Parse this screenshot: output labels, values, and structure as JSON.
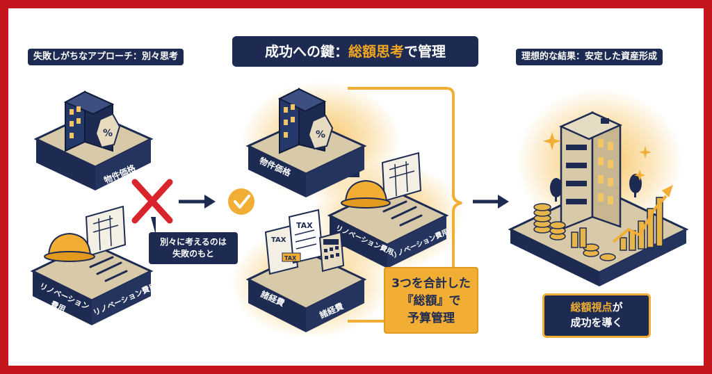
{
  "header": {
    "title_prefix": "成功への鍵：",
    "title_highlight": "総額思考",
    "title_suffix": "で管理"
  },
  "left": {
    "label": "失敗しがちなアプローチ：別々思考",
    "block1_tile_left": "物件価格",
    "block1_tile_right": "物件価格",
    "block2_tile_left_line1": "リノベーション",
    "block2_tile_left_line2": "費用",
    "block2_tile_right": "リノベーション費用",
    "note_line1": "別々に考えるのは",
    "note_line2": "失敗のもと"
  },
  "center": {
    "block1_tile": "物件価格",
    "block2_tile_left": "リノベーション費用",
    "block2_tile_right": "リノベーション費用",
    "block3_tile_left": "諸経費",
    "block3_tile_right": "諸経費",
    "tax_label_1": "TAX",
    "tax_label_2": "TAX",
    "tax_label_3": "TAX",
    "summary_line1": "3つを合計した",
    "summary_line2": "『総額』で",
    "summary_line3": "予算管理"
  },
  "right": {
    "label": "理想的な結果：安定した資産形成",
    "result_highlight": "総額視点",
    "result_suffix": "が",
    "result_line2": "成功を導く"
  },
  "colors": {
    "frame": "#c4151c",
    "navy": "#1d2b52",
    "gold": "#f2ae34",
    "beige": "#d8c9a8",
    "cross": "#d9232d"
  },
  "icons": [
    "percent-tag-icon",
    "hard-hat-icon",
    "tools-icon",
    "blueprint-icon",
    "tax-document-icon",
    "calculator-icon",
    "cross-icon",
    "check-icon",
    "arrow-right-icon",
    "coin-stack-icon",
    "growth-arrow-icon",
    "sparkle-icon"
  ]
}
